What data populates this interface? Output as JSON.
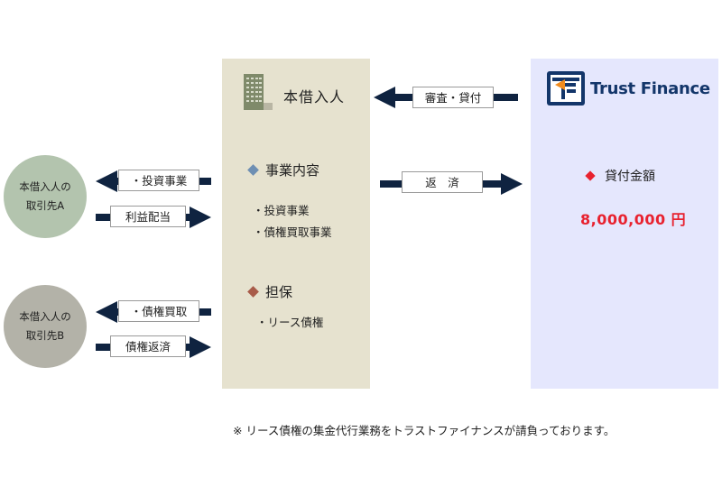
{
  "borrower": {
    "title": "本借入人",
    "business_heading": "事業内容",
    "business_items": [
      "・投資事業",
      "・債権買取事業"
    ],
    "collateral_heading": "担保",
    "collateral_items": [
      "・リース債権"
    ]
  },
  "lender": {
    "logo_text": "Trust Finance",
    "amount_label": "貸付金額",
    "amount_value": "8,000,000 円"
  },
  "flows": {
    "review_loan": "審査・貸付",
    "repayment": "返　済",
    "investment_business": "・投資事業",
    "profit_distribution": "利益配当",
    "receivables_purchase": "・債権買取",
    "receivables_repayment": "債権返済"
  },
  "counterparties": {
    "a": {
      "line1": "本借入人の",
      "line2": "取引先A"
    },
    "b": {
      "line1": "本借入人の",
      "line2": "取引先B"
    }
  },
  "footnote": "※ リース債権の集金代行業務をトラストファイナンスが請負っております。",
  "colors": {
    "arrow": "#0f2340",
    "borrower_panel": "#e6e2cf",
    "lender_panel": "#e5e7fd",
    "accent_red": "#e8222f",
    "logo_navy": "#13366a"
  }
}
